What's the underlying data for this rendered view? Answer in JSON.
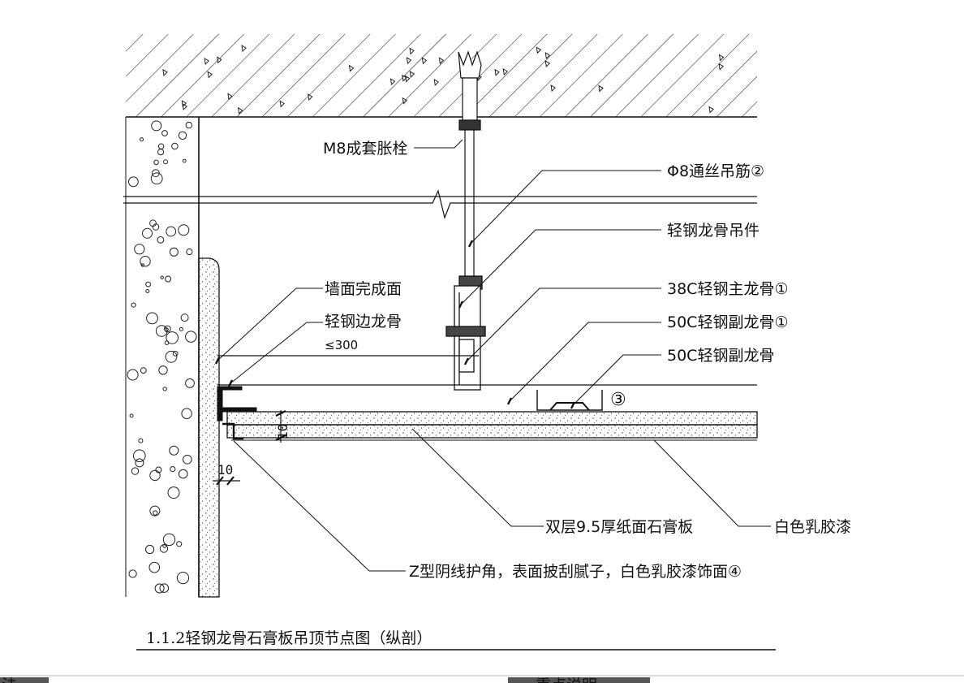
{
  "labels": {
    "anchor_bolt": "M8成套胀栓",
    "rod": "Φ8通丝吊筋②",
    "hanger": "轻钢龙骨吊件",
    "wall_finish": "墙面完成面",
    "main_keel": "38C轻钢主龙骨①",
    "edge_keel": "轻钢边龙骨",
    "sub_keel_1": "50C轻钢副龙骨①",
    "spacing": "≤300",
    "sub_keel_2": "50C轻钢副龙骨",
    "circle3": "③",
    "board": "双层9.5厚纸面石膏板",
    "paint": "白色乳胶漆",
    "corner": "Z型阴线护角，表面披刮腻子，白色乳胶漆饰面④"
  },
  "dims": {
    "gap": "10",
    "offset": "10"
  },
  "title": "1.1.2轻钢龙骨石膏板吊顶节点图（纵剖）",
  "footer": {
    "left": "法",
    "right": "重点说明"
  },
  "colors": {
    "ink": "#111111",
    "footer_bar": "#555555"
  }
}
